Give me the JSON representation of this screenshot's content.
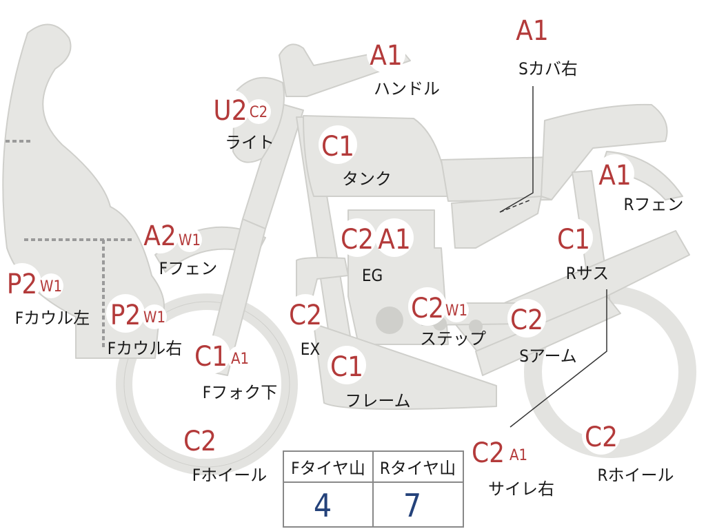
{
  "labels": {
    "handle": "ハンドル",
    "light": "ライト",
    "tank": "タンク",
    "scover_r": "Sカバ右",
    "r_fender": "Rフェン",
    "f_fender": "Fフェン",
    "eg": "EG",
    "r_sus": "Rサス",
    "f_cowl_l": "Fカウル左",
    "f_cowl_r": "Fカウル右",
    "ex": "EX",
    "step": "ステップ",
    "s_arm": "Sアーム",
    "f_fork": "Fフォク下",
    "frame": "フレーム",
    "f_wheel": "Fホイール",
    "silencer_r": "サイレ右",
    "r_wheel": "Rホイール"
  },
  "badges": {
    "handle_main": "A1",
    "light_main": "U2",
    "light_sub": "C2",
    "tank_main": "C1",
    "scover_main": "A1",
    "rfender_main": "A1",
    "ffender_main": "A2",
    "ffender_sub": "W1",
    "eg_main1": "C2",
    "eg_main2": "A1",
    "rsus_main": "C1",
    "fcowl_l_main": "P2",
    "fcowl_l_sub": "W1",
    "fcowl_r_main": "P2",
    "fcowl_r_sub": "W1",
    "ex_main": "C2",
    "step_main": "C2",
    "step_sub": "W1",
    "sarm_main": "C2",
    "ffork_main": "C1",
    "ffork_sub": "A1",
    "frame_main": "C1",
    "fwheel_main": "C2",
    "silencer_main": "C2",
    "silencer_sub": "A1",
    "rwheel_main": "C2"
  },
  "tread_table": {
    "front_header": "Fタイヤ山",
    "rear_header": "Rタイヤ山",
    "front_value": "4",
    "rear_value": "7"
  },
  "colors": {
    "part_fill": "#e6e6e3",
    "part_stroke": "#cfcfcb",
    "badge_text": "#b33a3a",
    "table_value": "#24427a"
  }
}
